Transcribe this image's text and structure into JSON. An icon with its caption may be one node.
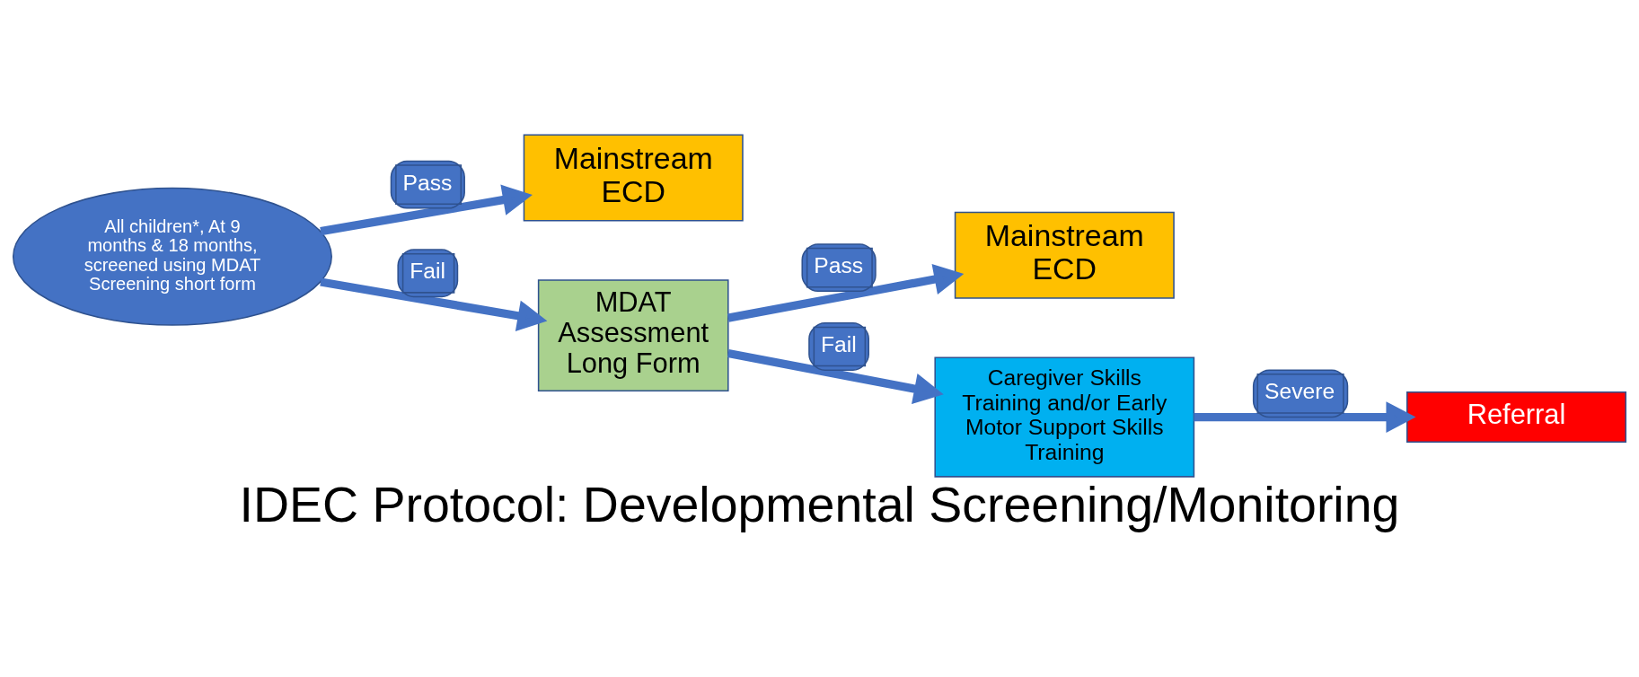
{
  "diagram": {
    "title": "IDEC Protocol: Developmental Screening/Monitoring",
    "nodes": [
      {
        "text": [
          "All children*, At 9 months & 18 months, screened using MDAT Screening short form"
        ]
      },
      {
        "text": [
          "Mainstream ECD"
        ]
      },
      {
        "text": [
          "MDAT Assessment Long Form"
        ]
      },
      {
        "text": [
          "Mainstream ECD"
        ]
      },
      {
        "text": [
          "Caregiver Skills Training and/or Early Motor Support Skills Training"
        ]
      },
      {
        "text": [
          "Referral"
        ]
      }
    ],
    "edges": [
      {
        "from": 0,
        "to": 1,
        "arrow": "to",
        "label": "Pass"
      },
      {
        "from": 0,
        "to": 2,
        "arrow": "to",
        "label": "Fail"
      },
      {
        "from": 2,
        "to": 3,
        "arrow": "to",
        "label": "Pass"
      },
      {
        "from": 2,
        "to": 4,
        "arrow": "to",
        "label": "Fail"
      },
      {
        "from": 4,
        "to": 5,
        "arrow": "to",
        "label": "Severe"
      }
    ]
  }
}
